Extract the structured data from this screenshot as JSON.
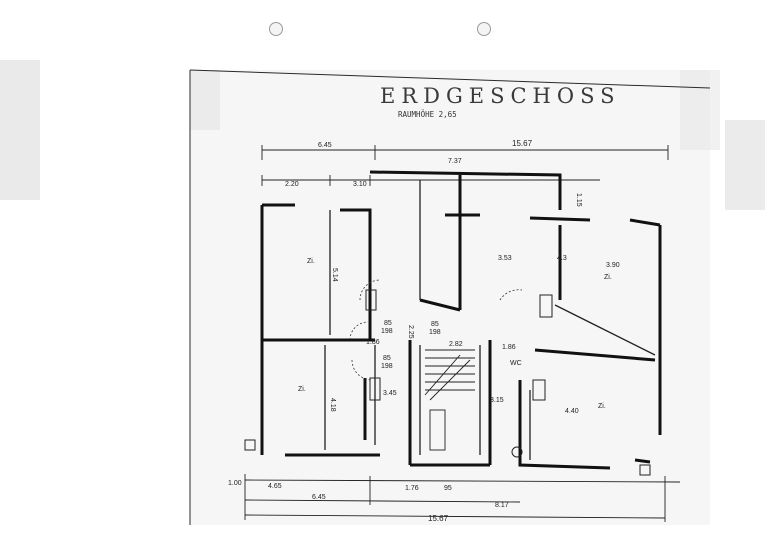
{
  "plan": {
    "title": "ERDGESCHOSS",
    "subtitle": "RAUMHÖHE 2,65",
    "dims": {
      "overall_top": "15.67",
      "left_top": "6.45",
      "center_top": "7.37",
      "room_a": "2.20",
      "room_b": "3.10",
      "kitchen_top": "1.15",
      "bath_mid": "3.53",
      "right_room": "3.90",
      "left_room_h": "5.14",
      "right_small": "4.3",
      "hall_v": "2.25",
      "stairs_w": "2.82",
      "hall_h": "1.86",
      "left_lower": "1.86",
      "right_lower": "4.40",
      "left_lower_h": "4.18",
      "bottom_left": "4.65",
      "bottom_mid": "1.76",
      "bottom_mid2": "95",
      "bottom_right": "8.17",
      "bottom_total": "6.45",
      "overall_bottom": "15.67",
      "door_1": "85",
      "door_1b": "198",
      "door_2": "85",
      "door_2b": "198",
      "door_3": "85",
      "door_3b": "198",
      "room_label_left": "Zi.",
      "room_label_right": "Zi.",
      "room_label_left_lower": "Zi.",
      "room_label_right_lower": "Zi.",
      "wc_label": "WC",
      "misc_a": "3.45",
      "misc_b": "3.15",
      "misc_c": "1.00"
    }
  }
}
